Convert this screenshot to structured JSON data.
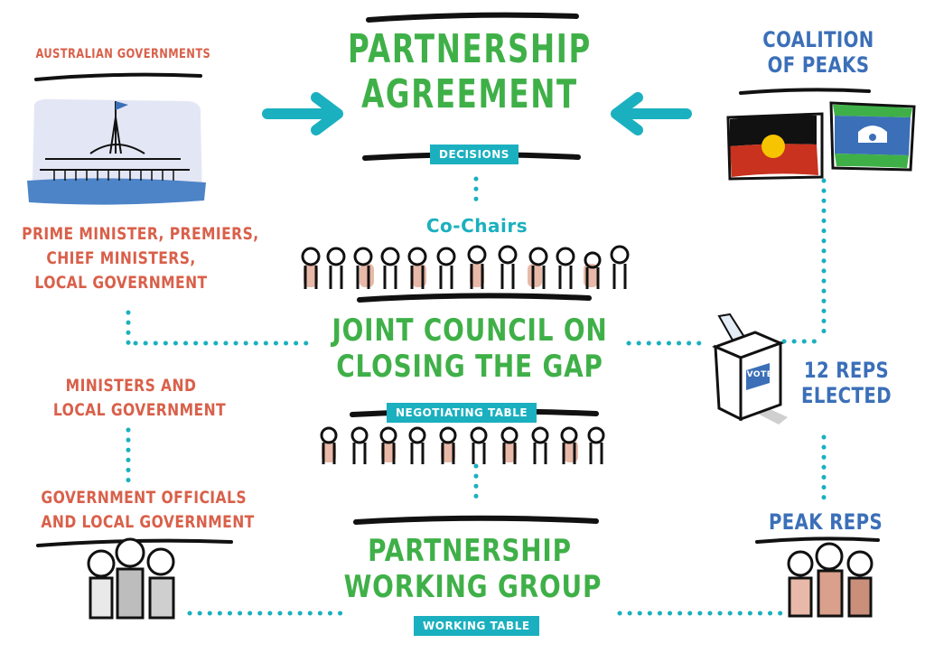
{
  "left": {
    "australian_governments": "AUSTRALIAN GOVERNMENTS",
    "leaders": [
      "PRIME MINISTER, PREMIERS,",
      "CHIEF MINISTERS,",
      "LOCAL GOVERNMENT"
    ],
    "ministers": [
      "MINISTERS AND",
      "LOCAL GOVERNMENT"
    ],
    "officials": [
      "GOVERNMENT OFFICIALS",
      "AND LOCAL GOVERNMENT"
    ]
  },
  "center": {
    "agreement": [
      "PARTNERSHIP",
      "AGREEMENT"
    ],
    "decisions_badge": "DECISIONS",
    "co_chairs": "Co-Chairs",
    "joint_council": [
      "JOINT COUNCIL ON",
      "CLOSING THE GAP"
    ],
    "negotiating_badge": "NEGOTIATING TABLE",
    "working_group": [
      "PARTNERSHIP",
      "WORKING GROUP"
    ],
    "working_badge": "WORKING TABLE"
  },
  "right": {
    "coalition": [
      "COALITION",
      "OF PEAKS"
    ],
    "ballot_label": "VOTE",
    "reps_elected": [
      "12 REPS",
      "ELECTED"
    ],
    "peak_reps": "PEAK REPS"
  },
  "colors": {
    "orange": "#d9604a",
    "green": "#3fb048",
    "blue": "#3b6fb8",
    "teal": "#1bb0bf",
    "black": "#111111"
  }
}
